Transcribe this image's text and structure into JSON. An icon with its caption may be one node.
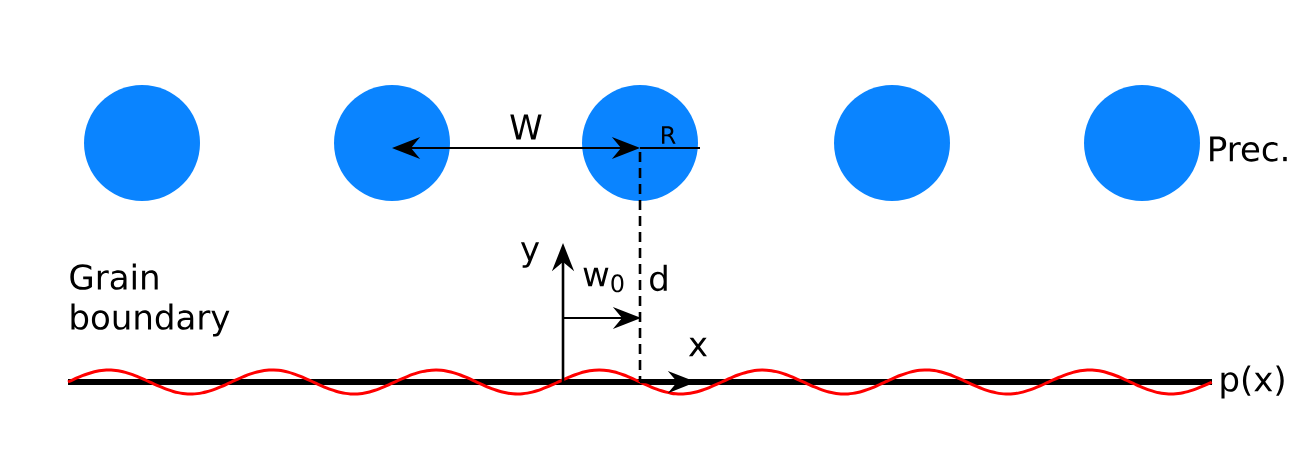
{
  "diagram": {
    "nodes": [
      {
        "text": [],
        "shape": "circle"
      },
      {
        "text": [],
        "shape": "circle"
      },
      {
        "text": [],
        "shape": "circle"
      },
      {
        "text": [],
        "shape": "circle"
      },
      {
        "text": [],
        "shape": "circle",
        "beside": [
          "Prec."
        ]
      }
    ],
    "edges": [
      {
        "from": 1,
        "to": 2,
        "arrow": "both",
        "label": "W"
      }
    ],
    "labels": [
      "R",
      "y",
      "w$_{0}$",
      "d",
      "Grain boundary",
      "x",
      "p(x)"
    ]
  }
}
